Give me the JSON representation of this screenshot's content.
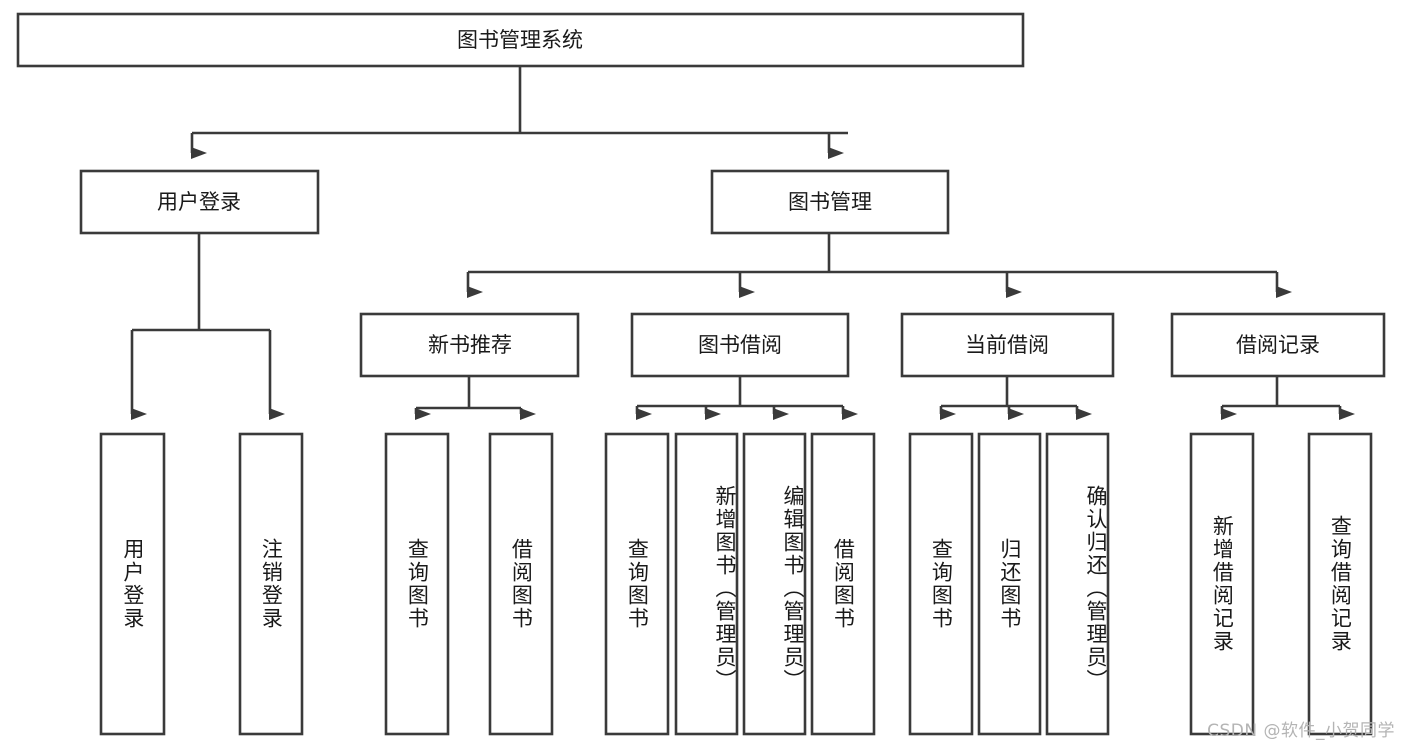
{
  "diagram": {
    "type": "tree-hierarchy-diagram",
    "title": "图书管理系统",
    "watermark": "CSDN @软件_小贺同学",
    "theme": {
      "background": "#ffffff",
      "stroke": "#3a3a3a",
      "node_fill": "#ffffff",
      "text": "#1a1a1a",
      "watermark_color": "#b4b4b4"
    },
    "levels": {
      "root": {
        "label": "图书管理系统"
      },
      "level2": [
        {
          "label": "用户登录"
        },
        {
          "label": "图书管理"
        }
      ],
      "level3": [
        {
          "label": "新书推荐"
        },
        {
          "label": "图书借阅"
        },
        {
          "label": "当前借阅"
        },
        {
          "label": "借阅记录"
        }
      ],
      "leaves": {
        "user_login": [
          {
            "label": "用户登录"
          },
          {
            "label": "注销登录"
          }
        ],
        "new_book_recommend": [
          {
            "label": "查询图书"
          },
          {
            "label": "借阅图书"
          }
        ],
        "book_borrow": [
          {
            "label": "查询图书"
          },
          {
            "label": "新增图书（管理员）"
          },
          {
            "label": "编辑图书（管理员）"
          },
          {
            "label": "借阅图书"
          }
        ],
        "current_borrow": [
          {
            "label": "查询图书"
          },
          {
            "label": "归还图书"
          },
          {
            "label": "确认归还（管理员）"
          }
        ],
        "borrow_record": [
          {
            "label": "新增借阅记录"
          },
          {
            "label": "查询借阅记录"
          }
        ]
      }
    }
  }
}
